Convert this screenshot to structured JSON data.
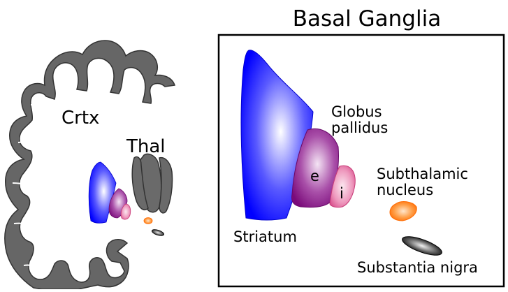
{
  "title": "Basal Ganglia",
  "labels": {
    "cortex": "Crtx",
    "thalamus": "Thal",
    "globus_pallidus_line1": "Globus",
    "globus_pallidus_line2": "pallidus",
    "gp_external": "e",
    "gp_internal": "i",
    "subthalamic_line1": "Subthalamic",
    "subthalamic_line2": "nucleus",
    "striatum": "Striatum",
    "substantia_nigra": "Substantia nigra"
  },
  "colors": {
    "cortex_gray": "#666666",
    "striatum_blue": "#0000ff",
    "gp_external_purple": "#8a1a8a",
    "gp_internal_pink": "#e0609a",
    "subthalamic_orange": "#ff7a10",
    "substantia_nigra_black": "#000000",
    "thalamus_gray": "#6a6a6a"
  }
}
